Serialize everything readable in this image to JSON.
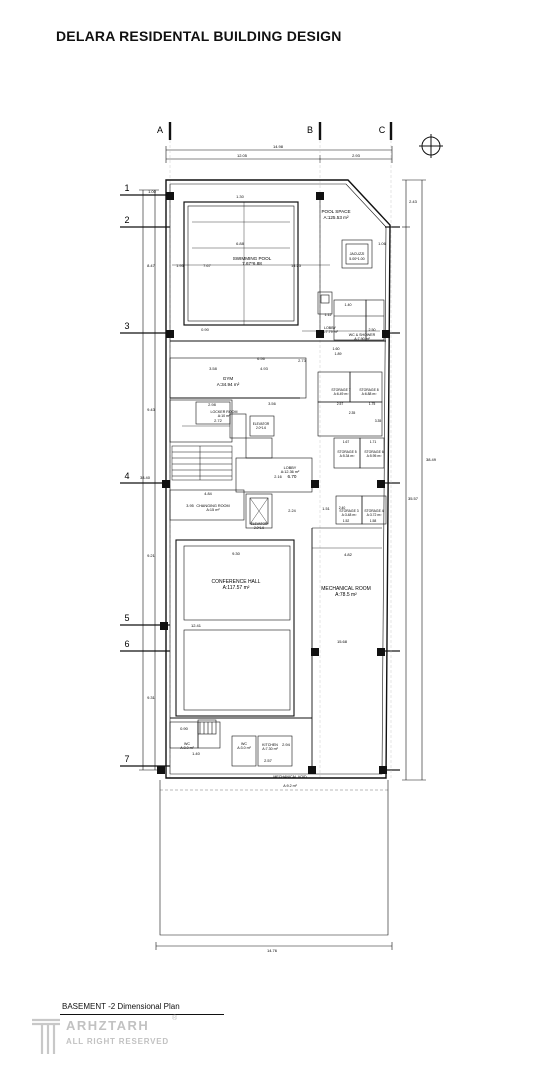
{
  "title": "DELARA RESIDENTAL BUILDING DESIGN",
  "caption": "BASEMENT -2  Dimensional Plan",
  "logo": {
    "name": "ARHZTARH",
    "subtitle": "ALL RIGHT RESERVED",
    "registered": "®"
  },
  "grid": {
    "columns": [
      "A",
      "B",
      "C"
    ],
    "rows": [
      "1",
      "2",
      "3",
      "4",
      "5",
      "6",
      "7"
    ]
  },
  "rooms": {
    "pool_space": {
      "name": "POOL SPACE",
      "area": "A:125.53 m²"
    },
    "swimming_pool": {
      "name": "SWIMMING POOL",
      "area": "7.67*6.88"
    },
    "jacuzzi": {
      "name": "JACUZZI",
      "area": "5.00*1.00"
    },
    "lobby_upper": {
      "name": "LOBBY",
      "area": "A:7.79 m²"
    },
    "wc_shower": {
      "name": "WC & SHOWER",
      "area": "A:7.90 m²"
    },
    "gym": {
      "name": "GYM",
      "area": "A:34.94 m²"
    },
    "locker_room": {
      "name": "LOCKER ROOM",
      "area": "A:10 m²"
    },
    "storage_7": {
      "name": "STORAGE 7",
      "area": "A:6.49 m²"
    },
    "storage_8": {
      "name": "STORAGE 8",
      "area": "A:6.88 m²"
    },
    "storage_5": {
      "name": "STORAGE 5",
      "area": "A:5.34 m²"
    },
    "storage_6": {
      "name": "STORAGE 6",
      "area": "A:5.95 m²"
    },
    "storage_3": {
      "name": "STORAGE 3",
      "area": "A:3.48 m²"
    },
    "storage_4": {
      "name": "STORAGE 4",
      "area": "A:3.72 m²"
    },
    "lobby_main": {
      "name": "LOBBY",
      "area": "A:12.36 m²"
    },
    "changing_room": {
      "name": "CHANGING ROOM",
      "area": "A:15 m²"
    },
    "conference_hall": {
      "name": "CONFERENCE HALL",
      "area": "A:117.57 m²"
    },
    "mechanical_room": {
      "name": "MECHANICAL ROOM",
      "area": "A:78.5 m²"
    },
    "kitchen": {
      "name": "KITCHEN",
      "area": "A:7.30 m²"
    },
    "wc_left": {
      "name": "WC",
      "area": "A:3.0 m²"
    },
    "wc_right": {
      "name": "WC",
      "area": "A:3.0 m²"
    },
    "mechanical_void": {
      "name": "MECHANICAL VOID",
      "area": "A:9.2 m²"
    },
    "elevator_1": {
      "name": "ELEVATOR",
      "area": "2.0*1.6"
    },
    "elevator_2": {
      "name": "ELEVATOR",
      "area": "2.0*1.6"
    }
  },
  "dimensions": {
    "top_total": "14.98",
    "top_ab": "12.05",
    "top_bc": "2.93",
    "bottom_total": "14.76",
    "left_total": "38.40",
    "right_total": "38.49",
    "right_partial": "35.57",
    "right_top": "2.43",
    "row_1_2": "1.00",
    "row_2_3": "8.47",
    "row_3_4": "9.43",
    "row_4_6": "9.21",
    "row_6_7": "9.31",
    "pool_w": "1.30",
    "pool_inner": "6.88",
    "pool_left": "1.95",
    "pool_len": "7.67",
    "pool_right": "14.23",
    "pool_bottom": "0.90",
    "jacuzzi_w": "1.06",
    "gym_w": "6.56",
    "gym_left": "3.58",
    "gym_mid": "4.93",
    "gym_low": "3.56",
    "locker_w": "2.98",
    "locker_h": "2.72",
    "lobby_dim": "2.16",
    "lobby_h": "6.70",
    "conf_w": "9.30",
    "mech_w": "4.82",
    "conf_right": "12.41",
    "mech_len": "15.68",
    "change_w": "4.84",
    "change_h": "3.95",
    "kitchen_w": "2.57",
    "wc_w": "1.40",
    "wc_h": "0.90",
    "misc_1": "2.73",
    "misc_2": "2.57",
    "misc_3": "1.75",
    "misc_4": "2.35",
    "misc_5": "3.35",
    "misc_6": "1.67",
    "misc_7": "1.71",
    "misc_8": "2.40",
    "misc_9": "1.52",
    "misc_10": "1.58",
    "misc_11": "1.51",
    "misc_12": "2.24",
    "misc_13": "1.40",
    "misc_14": "1.12",
    "misc_15": "1.60",
    "misc_16": "2.50",
    "misc_17": "1.89",
    "misc_18": "2.94"
  }
}
